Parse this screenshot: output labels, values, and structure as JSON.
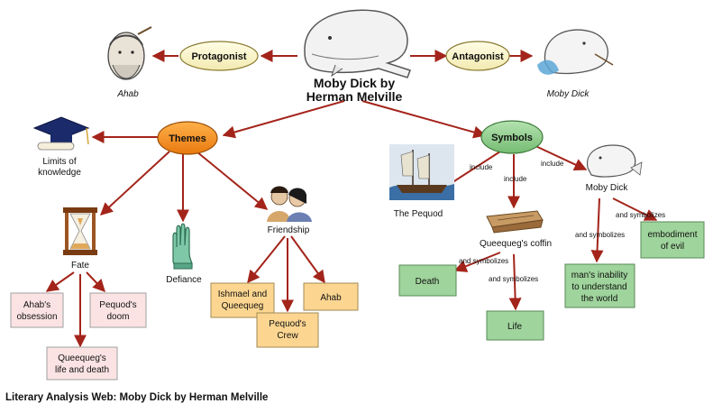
{
  "title": [
    "Moby Dick by",
    "Herman Melville"
  ],
  "caption": "Literary Analysis Web: Moby Dick by Herman Melville",
  "colors": {
    "arrow": "#a3241a",
    "oval": "#fbf6c8",
    "orange": "#f08a1c",
    "green_oval": "#8cc98a",
    "yellow_box": "#fcd691",
    "pink_box": "#fbe3e3",
    "green_box": "#9fd49c"
  },
  "nodes": {
    "protagonist": "Protagonist",
    "antagonist": "Antagonist",
    "ahab_char": "Ahab",
    "mobydick_char": "Moby Dick",
    "themes": "Themes",
    "symbols": "Symbols",
    "limits": [
      "Limits of",
      "knowledge"
    ],
    "fate": "Fate",
    "defiance": "Defiance",
    "friendship": "Friendship",
    "ahabs_obsession": [
      "Ahab's",
      "obsession"
    ],
    "pequods_doom": [
      "Pequod's",
      "doom"
    ],
    "queequegs_life": [
      "Queequeg's",
      "life and death"
    ],
    "ishmael": [
      "Ishmael and",
      "Queequeg"
    ],
    "pequods_crew": [
      "Pequod's",
      "Crew"
    ],
    "ahab_box": "Ahab",
    "the_pequod": "The Pequod",
    "queequegs_coffin": "Queequeg's coffin",
    "moby_dick_symbol": "Moby Dick",
    "death": "Death",
    "life": "Life",
    "mans_inability": [
      "man's inability",
      "to understand",
      "the world"
    ],
    "embodiment": [
      "embodiment",
      "of evil"
    ]
  },
  "edge_labels": {
    "include_1": "include",
    "include_2": "include",
    "include_3": "include",
    "and_symbolizes_1": "and symbolizes",
    "and_symbolizes_2": "and symbolizes",
    "and_symbolizes_3": "and symbolizes",
    "and_symbolizes_4": "and symbolizes"
  }
}
